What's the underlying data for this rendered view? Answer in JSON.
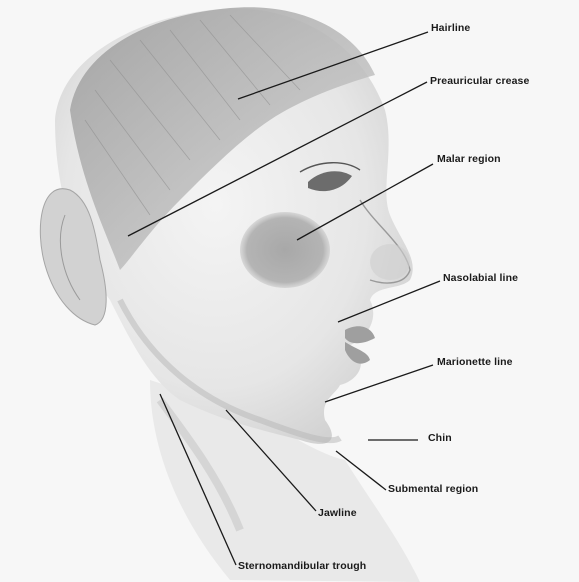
{
  "figure": {
    "labels": {
      "hairline": "Hairline",
      "preauricular_crease": "Preauricular crease",
      "malar_region": "Malar region",
      "nasolabial_line": "Nasolabial line",
      "marionette_line": "Marionette line",
      "chin": "Chin",
      "submental_region": "Submental region",
      "jawline": "Jawline",
      "sternomandibular_trough": "Sternomandibular trough"
    },
    "colors": {
      "ink": "#1a1a1a",
      "skin_shadow": "#b9b9b9",
      "malar_fill": "#9c9c9c"
    }
  }
}
